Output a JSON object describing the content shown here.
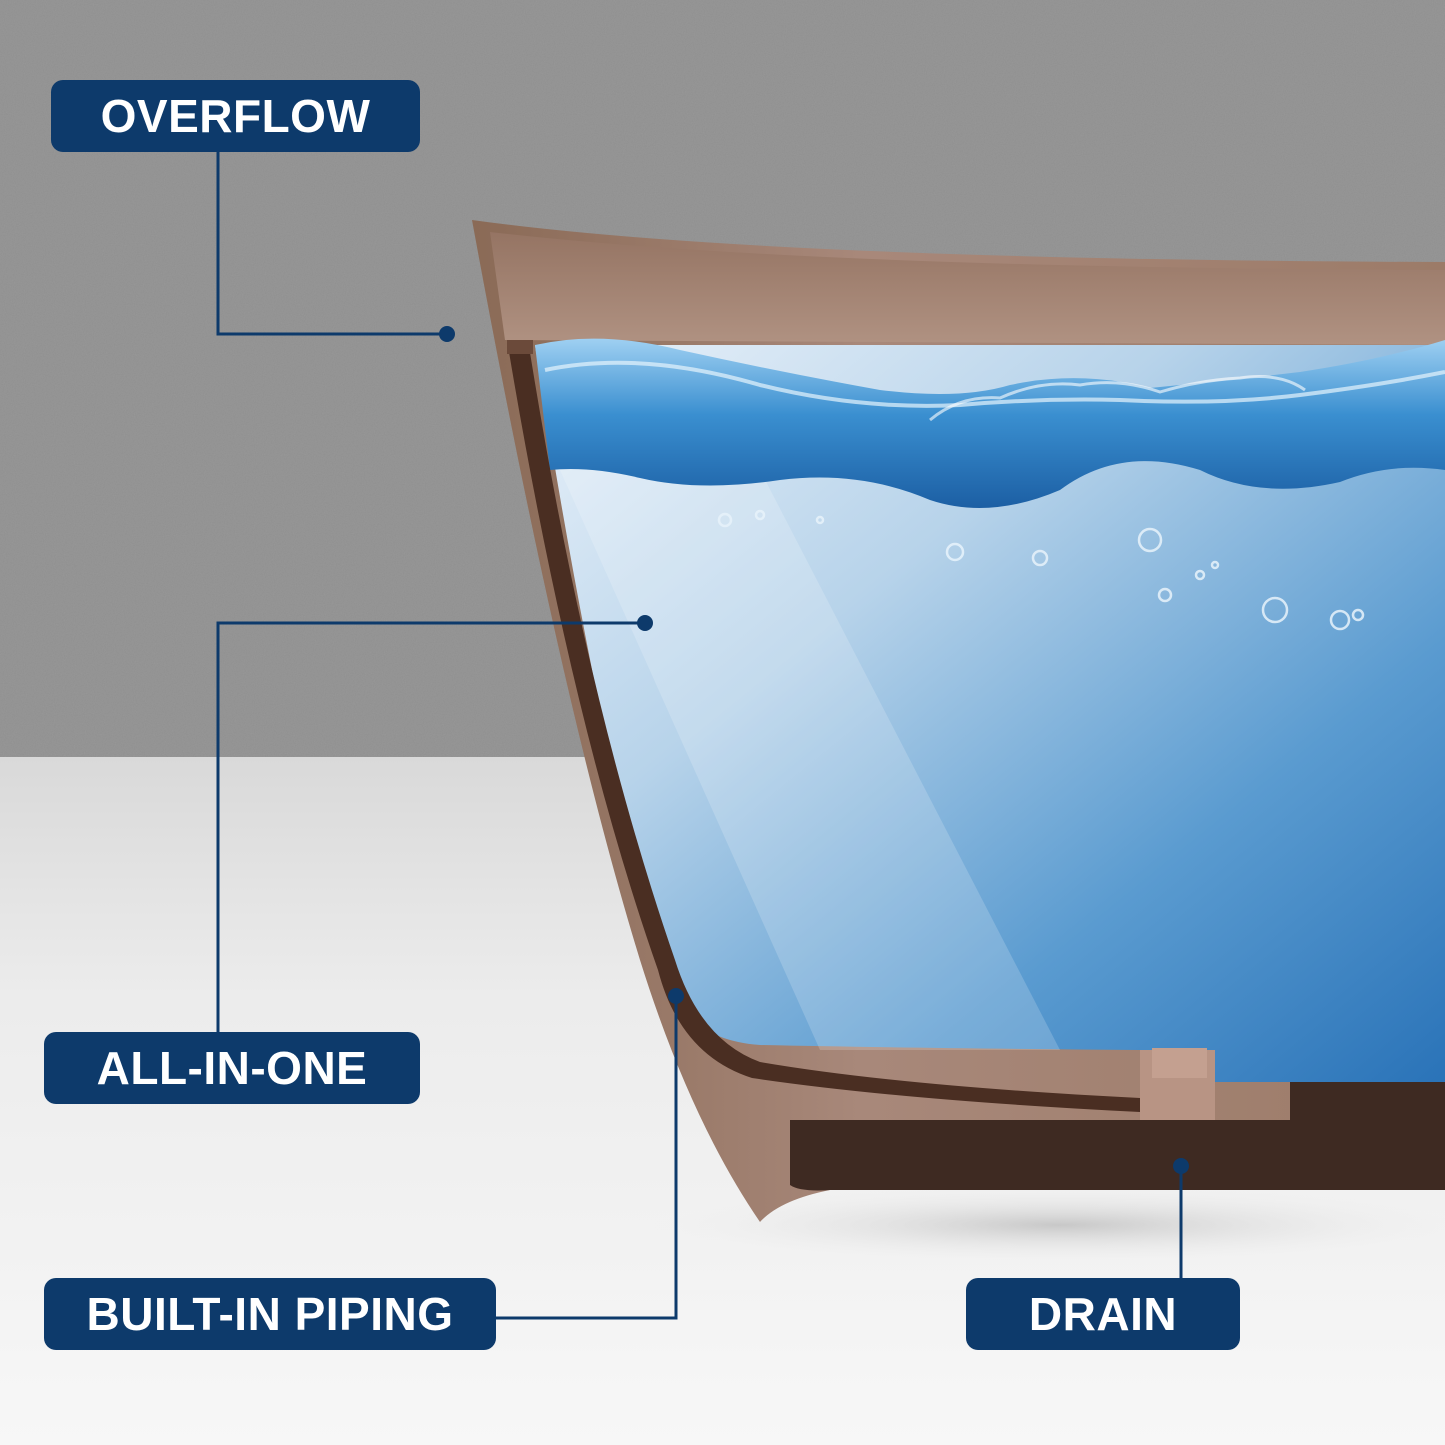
{
  "callouts": {
    "overflow": "OVERFLOW",
    "all_in_one": "ALL-IN-ONE",
    "built_in_piping": "BUILT-IN PIPING",
    "drain": "DRAIN"
  },
  "colors": {
    "label_background": "#0d3a6b",
    "label_text": "#ffffff",
    "leader_line": "#0d3a6b",
    "wall": "#8f8f8f",
    "floor": "#f2f2f2",
    "tub_shell": "#9b7b66",
    "tub_inner_layer": "#4a2e22",
    "water_deep": "#2f7bbf",
    "water_light": "#d8e8f4"
  }
}
